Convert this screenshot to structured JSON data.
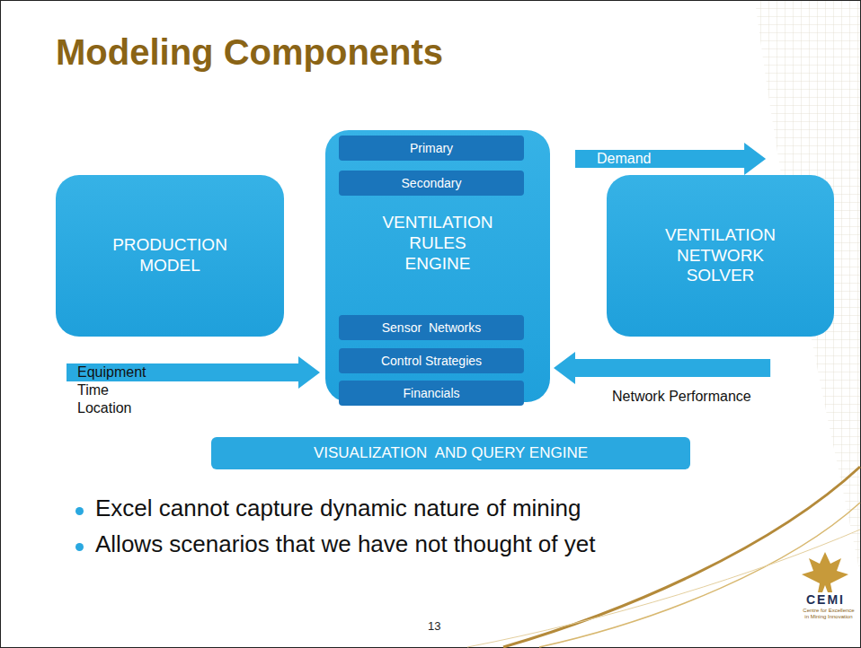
{
  "diagram": {
    "title": "Modeling Components",
    "nodes": [
      {
        "text": [
          "PRODUCTION MODEL"
        ]
      },
      {
        "text": [
          "VENTILATION RULES ENGINE"
        ]
      },
      {
        "text": [
          "Primary"
        ],
        "in": 1
      },
      {
        "text": [
          "Secondary"
        ],
        "in": 1
      },
      {
        "text": [
          "Sensor  Networks"
        ],
        "in": 1
      },
      {
        "text": [
          "Control Strategies"
        ],
        "in": 1
      },
      {
        "text": [
          "Financials"
        ],
        "in": 1
      },
      {
        "text": [
          "VENTILATION NETWORK SOLVER"
        ]
      },
      {
        "text": [
          "VISUALIZATION  AND QUERY ENGINE"
        ]
      }
    ],
    "edges": [
      {
        "from": 0,
        "to": 1,
        "arrow": "to",
        "label": "Equipment Time Location"
      },
      {
        "from": 1,
        "to": 7,
        "arrow": "to",
        "label": "Demand"
      },
      {
        "from": 7,
        "to": 1,
        "arrow": "to",
        "label": "Network Performance"
      }
    ],
    "labels": [
      "Excel cannot capture dynamic nature of mining",
      "Allows scenarios that we have not thought of yet",
      "13",
      "CEMI",
      "Centre for Excellence in Mining Innovation"
    ]
  }
}
